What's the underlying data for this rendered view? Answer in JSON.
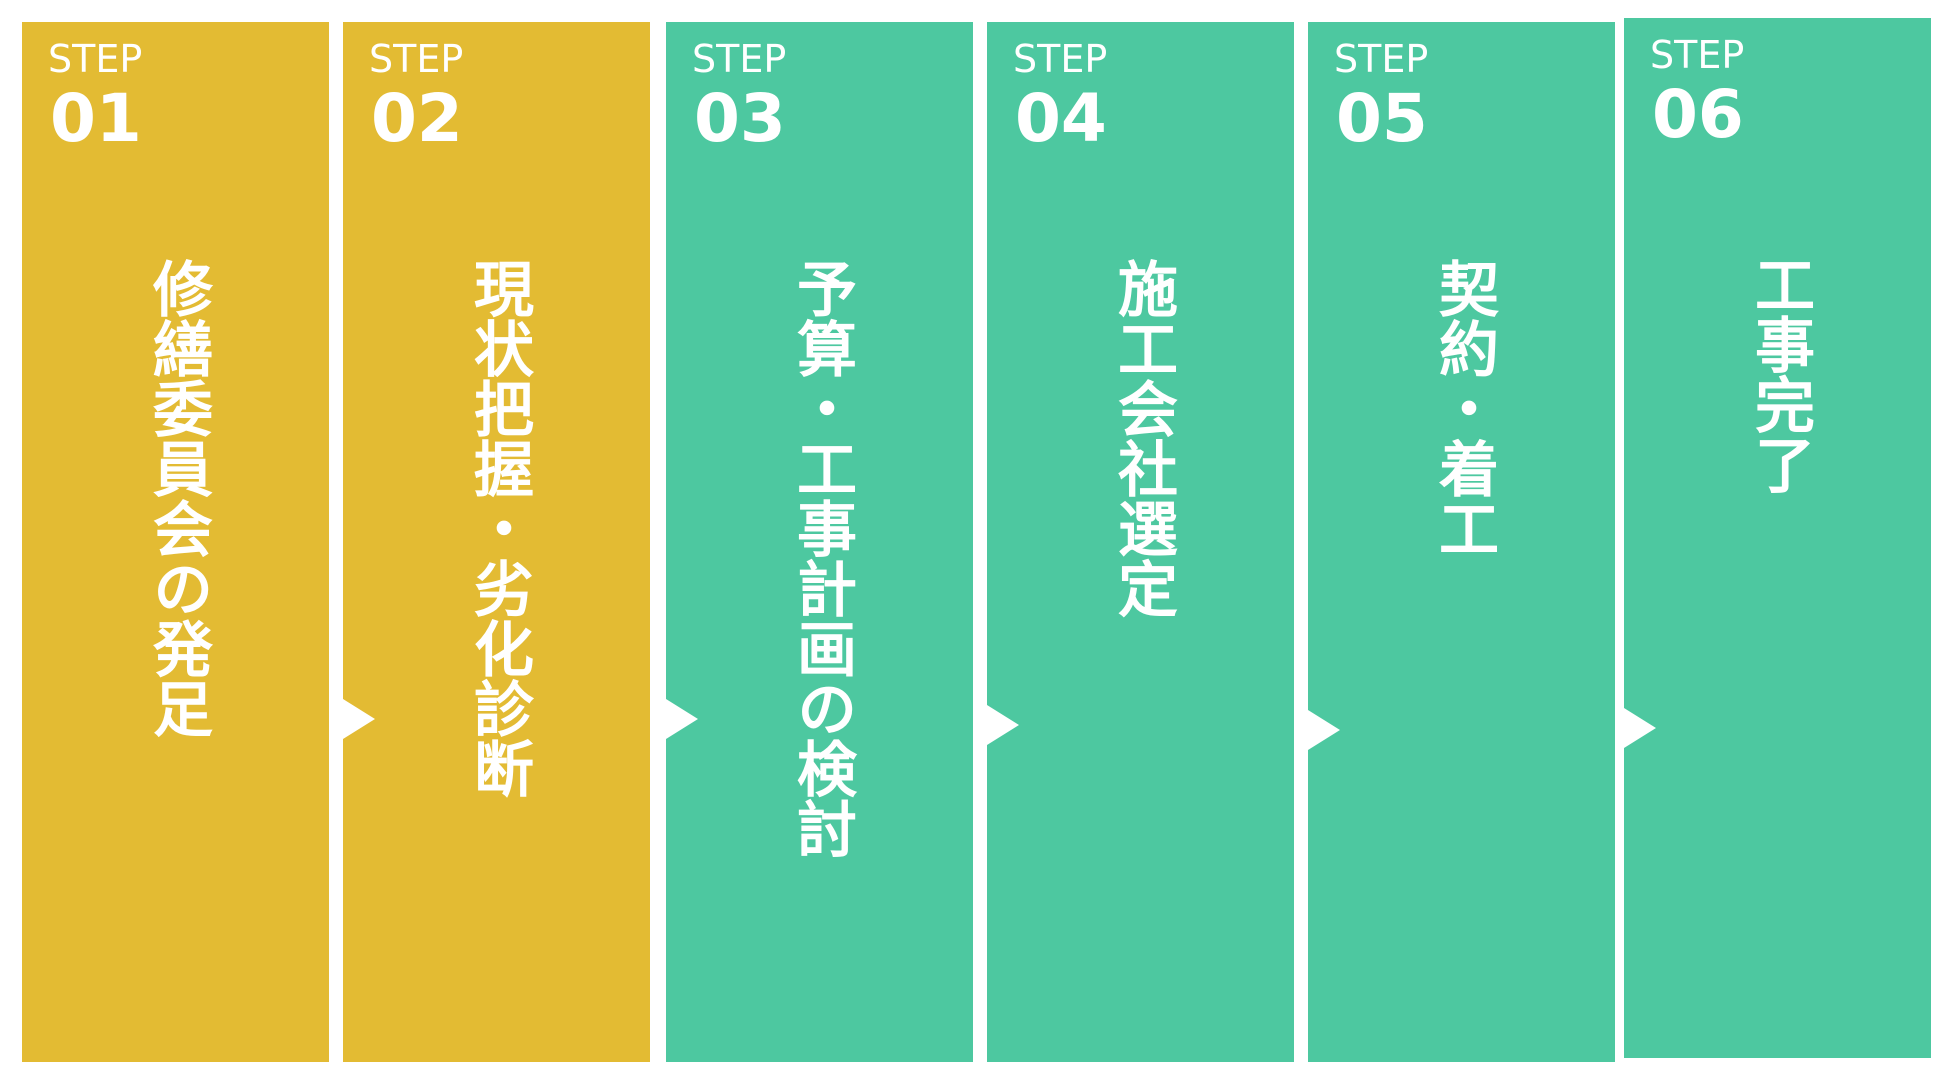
{
  "colors": {
    "gold": "#E3BB33",
    "green": "#4DC8A0",
    "text": "#FFFFFF",
    "background": "#FFFFFF"
  },
  "steps": [
    {
      "label": "STEP",
      "number": "01",
      "title": "修繕委員会の発足",
      "color": "gold"
    },
    {
      "label": "STEP",
      "number": "02",
      "title": "現状把握・劣化診断",
      "color": "gold"
    },
    {
      "label": "STEP",
      "number": "03",
      "title": "予算・工事計画の検討",
      "color": "green"
    },
    {
      "label": "STEP",
      "number": "04",
      "title": "施工会社選定",
      "color": "green"
    },
    {
      "label": "STEP",
      "number": "05",
      "title": "契約・着工",
      "color": "green"
    },
    {
      "label": "STEP",
      "number": "06",
      "title": "工事完了",
      "color": "green"
    }
  ],
  "connectors": [
    {
      "from": "01",
      "to": "02",
      "icon": "arrow-right-icon"
    },
    {
      "from": "02",
      "to": "03",
      "icon": "arrow-right-icon"
    },
    {
      "from": "03",
      "to": "04",
      "icon": "arrow-right-icon"
    },
    {
      "from": "04",
      "to": "05",
      "icon": "arrow-right-icon"
    },
    {
      "from": "05",
      "to": "06",
      "icon": "arrow-right-icon"
    }
  ]
}
